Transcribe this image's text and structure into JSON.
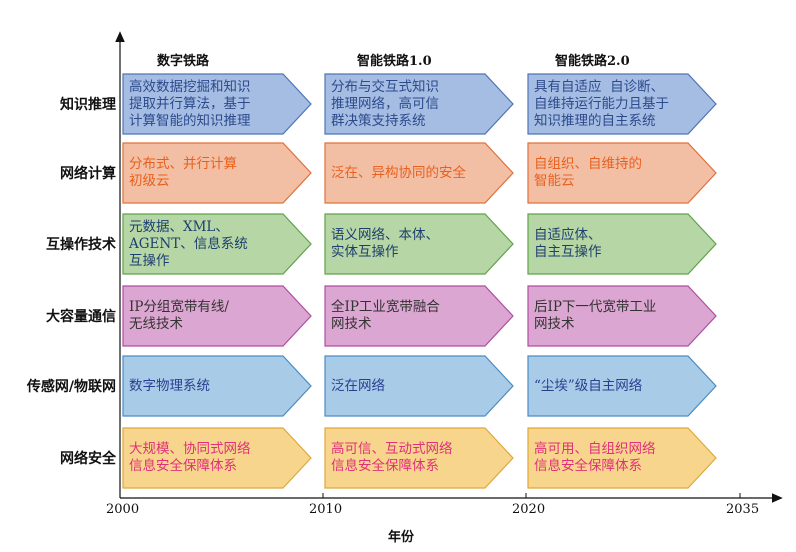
{
  "phases": [
    "数字铁路",
    "智能铁路1.0",
    "智能铁路2.0"
  ],
  "rows": [
    {
      "label": "知识推理",
      "fill": "#a6bde3",
      "stroke": "#4f74b6",
      "text_color": "#2c4a8c",
      "cells": [
        "高效数据挖掘和知识\n提取并行算法，基于\n计算智能的知识推理",
        "分布与交互式知识\n推理网络，高可信\n群决策支持系统",
        "具有自适应  自诊断、\n自维持运行能力且基于\n知识推理的自主系统"
      ]
    },
    {
      "label": "网络计算",
      "fill": "#f3bfa4",
      "stroke": "#e0703a",
      "text_color": "#e8601e",
      "cells": [
        "分布式、并行计算\n初级云",
        "泛在、异构协同的安全",
        "自组织、自维持的\n智能云"
      ]
    },
    {
      "label": "互操作技术",
      "fill": "#b6d6a6",
      "stroke": "#5fa34a",
      "text_color": "#1e3f6e",
      "cells": [
        "元数据、XML、\nAGENT、信息系统\n互操作",
        "语义网络、本体、\n实体互操作",
        "自适应体、\n自主互操作"
      ]
    },
    {
      "label": "大容量通信",
      "fill": "#dba6d1",
      "stroke": "#b04ea0",
      "text_color": "#333333",
      "cells": [
        "IP分组宽带有线/\n无线技术",
        "全IP工业宽带融合\n网技术",
        "后IP下一代宽带工业\n网技术"
      ]
    },
    {
      "label": "传感网/物联网",
      "fill": "#a8cbe8",
      "stroke": "#4a8cc4",
      "text_color": "#2a3f8f",
      "cells": [
        "数字物理系统",
        "泛在网络",
        "“尘埃”级自主网络"
      ]
    },
    {
      "label": "网络安全",
      "fill": "#f8d58c",
      "stroke": "#e0a83a",
      "text_color": "#e0307a",
      "cells": [
        "大规模、协同式网络\n信息安全保障体系",
        "高可信、互动式网络\n信息安全保障体系",
        "高可用、自组织网络\n信息安全保障体系"
      ]
    }
  ],
  "x_ticks": [
    "2000",
    "2010",
    "2020",
    "2035"
  ],
  "x_title": "年份"
}
